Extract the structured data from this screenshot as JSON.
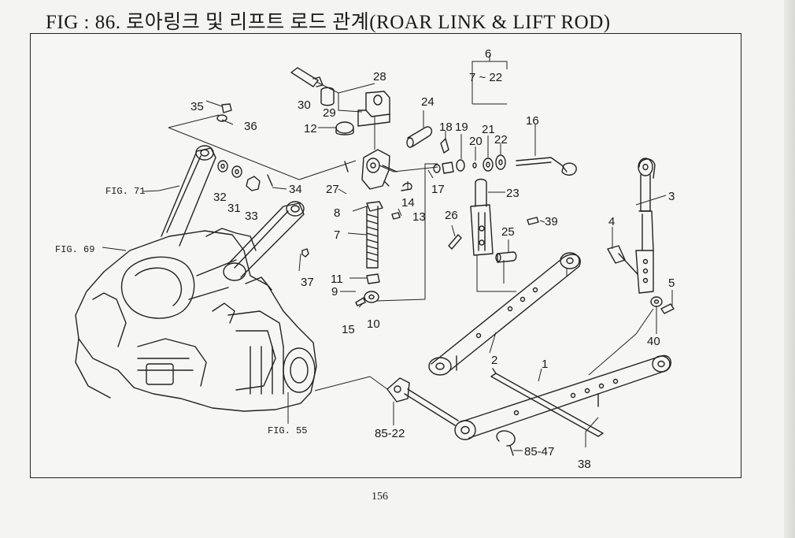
{
  "title": "FIG : 86. 로아링크 및 리프트 로드 관계(ROAR LINK & LIFT ROD)",
  "page_number": "156",
  "group_label": {
    "top": "6",
    "range": "7 ~ 22"
  },
  "callouts": {
    "p1": "1",
    "p2": "2",
    "p3": "3",
    "p4": "4",
    "p5": "5",
    "p7": "7",
    "p8": "8",
    "p9": "9",
    "p10": "10",
    "p11": "11",
    "p12": "12",
    "p13": "13",
    "p14": "14",
    "p15": "15",
    "p16": "16",
    "p17": "17",
    "p18": "18",
    "p19": "19",
    "p20": "20",
    "p21": "21",
    "p22": "22",
    "p23": "23",
    "p24": "24",
    "p25": "25",
    "p26": "26",
    "p27": "27",
    "p28": "28",
    "p29": "29",
    "p30": "30",
    "p31": "31",
    "p32": "32",
    "p33": "33",
    "p34": "34",
    "p35": "35",
    "p36": "36",
    "p37": "37",
    "p38": "38",
    "p39": "39",
    "p40": "40",
    "p85_22": "85-22",
    "p85_47": "85-47"
  },
  "figure_refs": {
    "fig71": "FIG. 71",
    "fig69": "FIG. 69",
    "fig55": "FIG. 55"
  }
}
